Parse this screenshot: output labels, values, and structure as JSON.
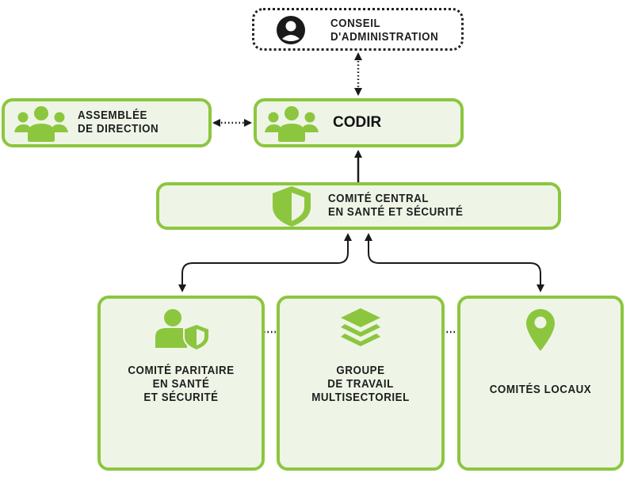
{
  "colors": {
    "accent": "#8cc63f",
    "box_fill": "#eef5e6",
    "text": "#1e1e1e",
    "arrow": "#1a1a1a"
  },
  "nodes": {
    "conseil": {
      "lines": [
        "CONSEIL",
        "D'ADMINISTRATION"
      ],
      "icon": "user-circle-icon"
    },
    "assemblee": {
      "lines": [
        "ASSEMBLÉE",
        "DE DIRECTION"
      ],
      "icon": "group-icon"
    },
    "codir": {
      "label": "CODIR",
      "icon": "group-icon"
    },
    "comite_central": {
      "lines": [
        "COMITÉ CENTRAL",
        "EN SANTÉ ET SÉCURITÉ"
      ],
      "icon": "shield-icon"
    },
    "comite_paritaire": {
      "lines": [
        "COMITÉ PARITAIRE",
        "EN SANTÉ",
        "ET SÉCURITÉ"
      ],
      "icon": "user-shield-icon"
    },
    "groupe_travail": {
      "lines": [
        "GROUPE",
        "DE TRAVAIL",
        "MULTISECTORIEL"
      ],
      "icon": "layers-icon"
    },
    "comites_locaux": {
      "label": "COMITÉS LOCAUX",
      "icon": "map-pin-icon"
    }
  },
  "connections": [
    {
      "from": "conseil",
      "to": "codir",
      "style": "dotted",
      "direction": "both"
    },
    {
      "from": "assemblee",
      "to": "codir",
      "style": "dotted",
      "direction": "both"
    },
    {
      "from": "comite_central",
      "to": "codir",
      "style": "solid",
      "direction": "forward"
    },
    {
      "from": "comite_paritaire",
      "to": "comite_central",
      "style": "solid",
      "direction": "both"
    },
    {
      "from": "comites_locaux",
      "to": "comite_central",
      "style": "solid",
      "direction": "both"
    },
    {
      "from": "comite_paritaire",
      "to": "groupe_travail",
      "style": "dotted",
      "direction": "both"
    },
    {
      "from": "groupe_travail",
      "to": "comites_locaux",
      "style": "dotted",
      "direction": "both"
    }
  ]
}
